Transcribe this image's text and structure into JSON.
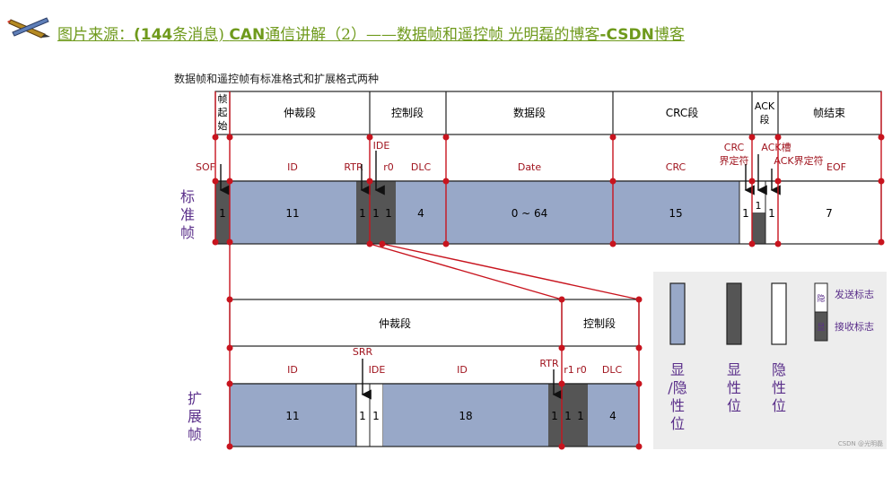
{
  "header": {
    "prefix": "图片来源：",
    "count": "(144",
    "msg": "条消息) ",
    "can": "CAN",
    "title": "通信讲解（2）——数据帧和遥控帧 光明磊的博客",
    "dash": "-CSDN",
    "blog": "博客"
  },
  "diagram": {
    "caption": "数据帧和遥控帧有标准格式和扩展格式两种",
    "standard": {
      "row_label": [
        "标",
        "准",
        "帧"
      ],
      "segments": [
        {
          "label": [
            "帧",
            "起",
            "始"
          ]
        },
        {
          "label": [
            "仲裁段"
          ]
        },
        {
          "label": [
            "控制段"
          ]
        },
        {
          "label": [
            "数据段"
          ]
        },
        {
          "label": [
            "CRC段"
          ]
        },
        {
          "label": [
            "ACK",
            "段"
          ]
        },
        {
          "label": [
            "帧结束"
          ]
        }
      ],
      "fields": [
        "SOF",
        "ID",
        "RTR",
        "IDE",
        "r0",
        "DLC",
        "Date",
        "CRC",
        "CRC",
        "界定符",
        "ACK槽",
        "ACK界定符",
        "EOF"
      ],
      "bits": [
        "1",
        "11",
        "1",
        "1",
        "1",
        "4",
        "0 ~ 64",
        "15",
        "1",
        "1",
        "1",
        "7"
      ]
    },
    "extended": {
      "row_label": [
        "扩",
        "展",
        "帧"
      ],
      "segments": [
        "仲裁段",
        "控制段"
      ],
      "fields": [
        "ID",
        "SRR",
        "IDE",
        "ID",
        "RTR",
        "r1",
        "r0",
        "DLC"
      ],
      "bits": [
        "11",
        "1",
        "1",
        "18",
        "1",
        "1",
        "1",
        "4"
      ]
    },
    "legend": {
      "items": [
        "显/隐性位",
        "显性位",
        "隐性位"
      ],
      "send": "发送标志",
      "recv": "接收标志",
      "small_top": "隐",
      "small_bottom": "显",
      "watermark": "CSDN @光明磊"
    }
  },
  "colors": {
    "dominant": "#555555",
    "mixed": "#98a8c8",
    "recessive": "#ffffff",
    "marker": "#c8141e",
    "accent": "#6f9a1c",
    "label": "#5a2f8a"
  }
}
